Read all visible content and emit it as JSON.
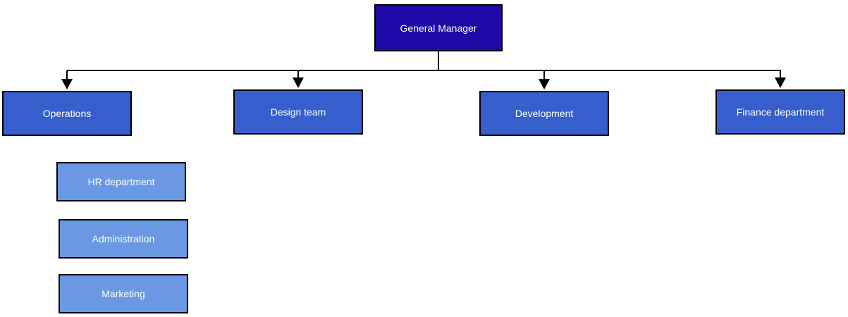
{
  "chart": {
    "root": {
      "label": "General Manager",
      "color": "#1e0aa6"
    },
    "departments": [
      {
        "label": "Operations",
        "color": "#365ecc"
      },
      {
        "label": "Design team",
        "color": "#365ecc"
      },
      {
        "label": "Development",
        "color": "#365ecc"
      },
      {
        "label": "Finance department",
        "color": "#365ecc"
      }
    ],
    "sub_units": [
      {
        "label": "HR department",
        "color": "#6a98e2"
      },
      {
        "label": "Administration",
        "color": "#6a98e2"
      },
      {
        "label": "Marketing",
        "color": "#6a98e2"
      }
    ],
    "line_color": "#000000"
  }
}
